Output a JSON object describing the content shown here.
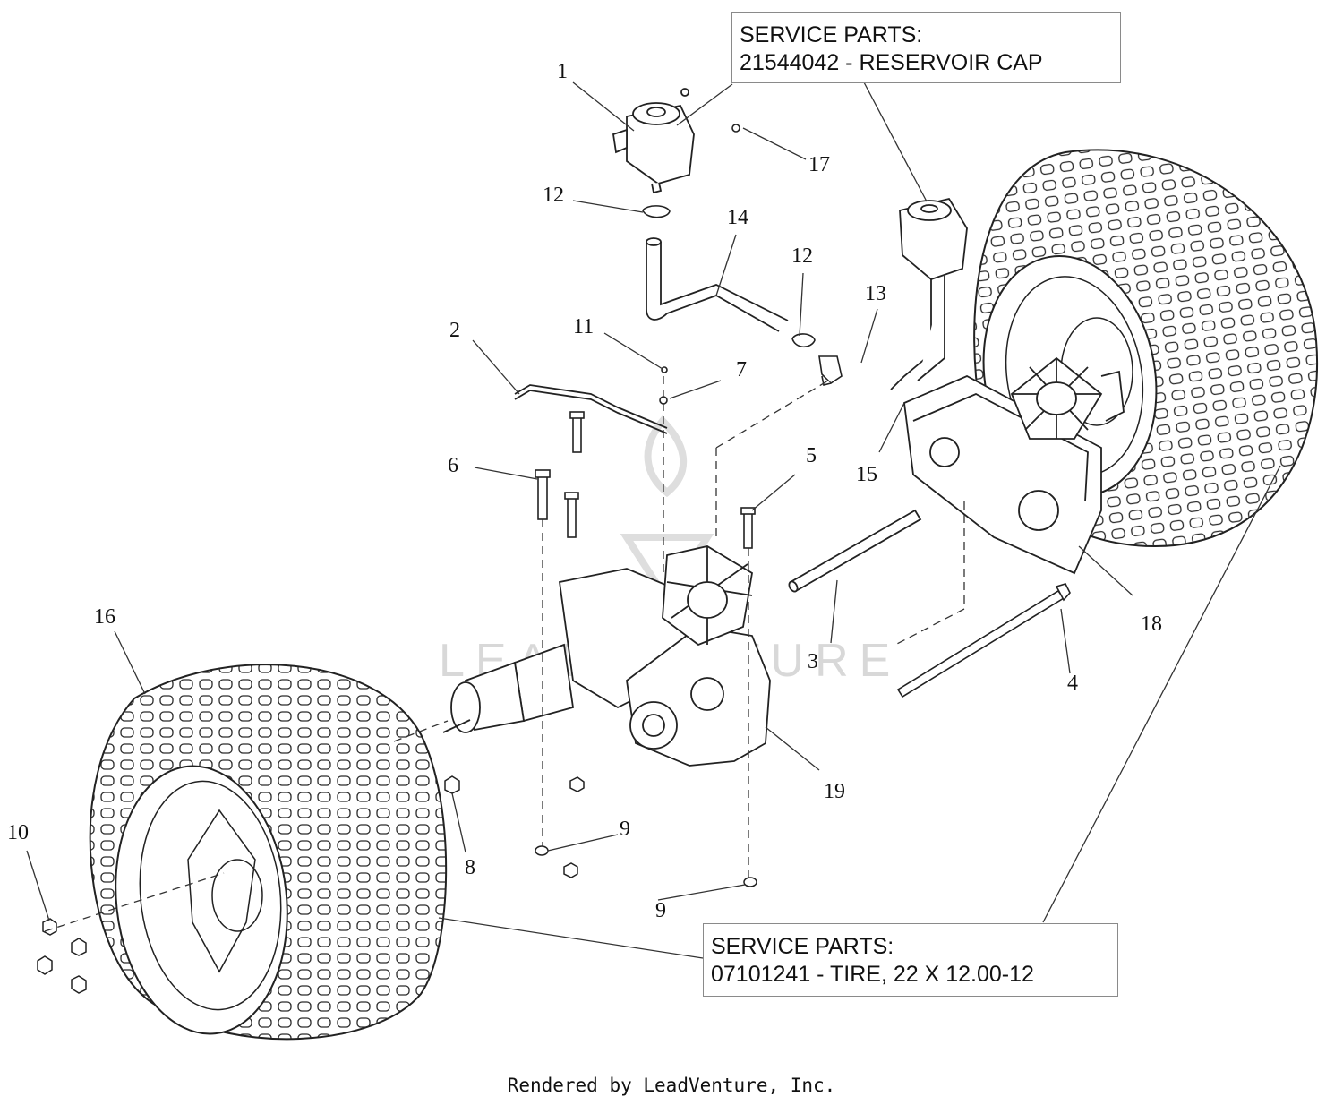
{
  "service_parts_top": {
    "heading": "SERVICE PARTS:",
    "line": "21544042 - RESERVOIR CAP"
  },
  "service_parts_bottom": {
    "heading": "SERVICE PARTS:",
    "line": "07101241 - TIRE, 22 X 12.00-12"
  },
  "part_numbers": [
    "1",
    "2",
    "3",
    "4",
    "5",
    "6",
    "7",
    "8",
    "9",
    "9",
    "10",
    "11",
    "12",
    "12",
    "13",
    "14",
    "15",
    "16",
    "17",
    "18",
    "19"
  ],
  "watermark": "LEADVENTURE",
  "footer": "Rendered by LeadVenture, Inc.",
  "colors": {
    "line": "#222222",
    "leader": "#333333",
    "box_border": "#8a8a8a",
    "watermark": "#d8d8d8"
  }
}
